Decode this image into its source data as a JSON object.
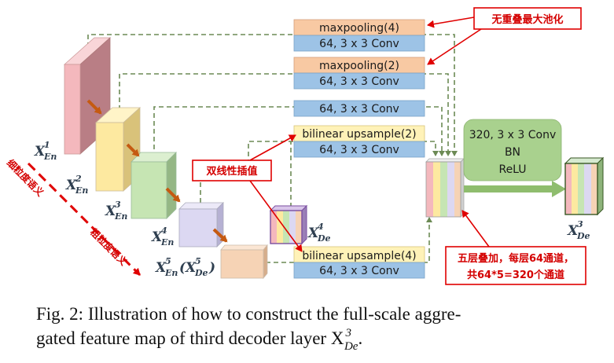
{
  "diagram": {
    "ops": {
      "maxpool4": "maxpooling(4)",
      "maxpool2": "maxpooling(2)",
      "conv": "64, 3 x 3 Conv",
      "up2": "bilinear upsample(2)",
      "up4": "bilinear upsample(4)"
    },
    "fusion": {
      "line1": "320, 3 x 3 Conv",
      "line2": "BN",
      "line3": "ReLU"
    },
    "labels": {
      "x": "X",
      "en": "En",
      "de": "De",
      "e1": "1",
      "e2": "2",
      "e3": "3",
      "e4": "4",
      "e5": "5",
      "d5_open": "(",
      "d5_close": ")"
    },
    "annotations": {
      "no_overlap": "无重叠最大池化",
      "bilinear": "双线性插值",
      "fine": "细粒度语义",
      "coarse": "粗粒度语义",
      "stack1": "五层叠加，每层64通道，",
      "stack2": "共64*5=320个通道"
    },
    "colors": {
      "e1": "#f4b8bd",
      "e2": "#fde9a0",
      "e3": "#c6e5b3",
      "e4": "#dcd8f2",
      "e5": "#f6d3b5",
      "orange_box": "#f8c9a3",
      "blue_box": "#9dc3e6",
      "yellow_box": "#fff2b8",
      "green_box": "#a9d18e",
      "arrow_orange": "#c55a11",
      "red": "#e00000",
      "dash": "#6c8a55"
    }
  },
  "caption": {
    "line1": "Fig. 2: Illustration of how to construct the full-scale aggre-",
    "line2": "gated feature map of third decoder layer X",
    "sub": "De",
    "sup": "3",
    "end": "."
  }
}
